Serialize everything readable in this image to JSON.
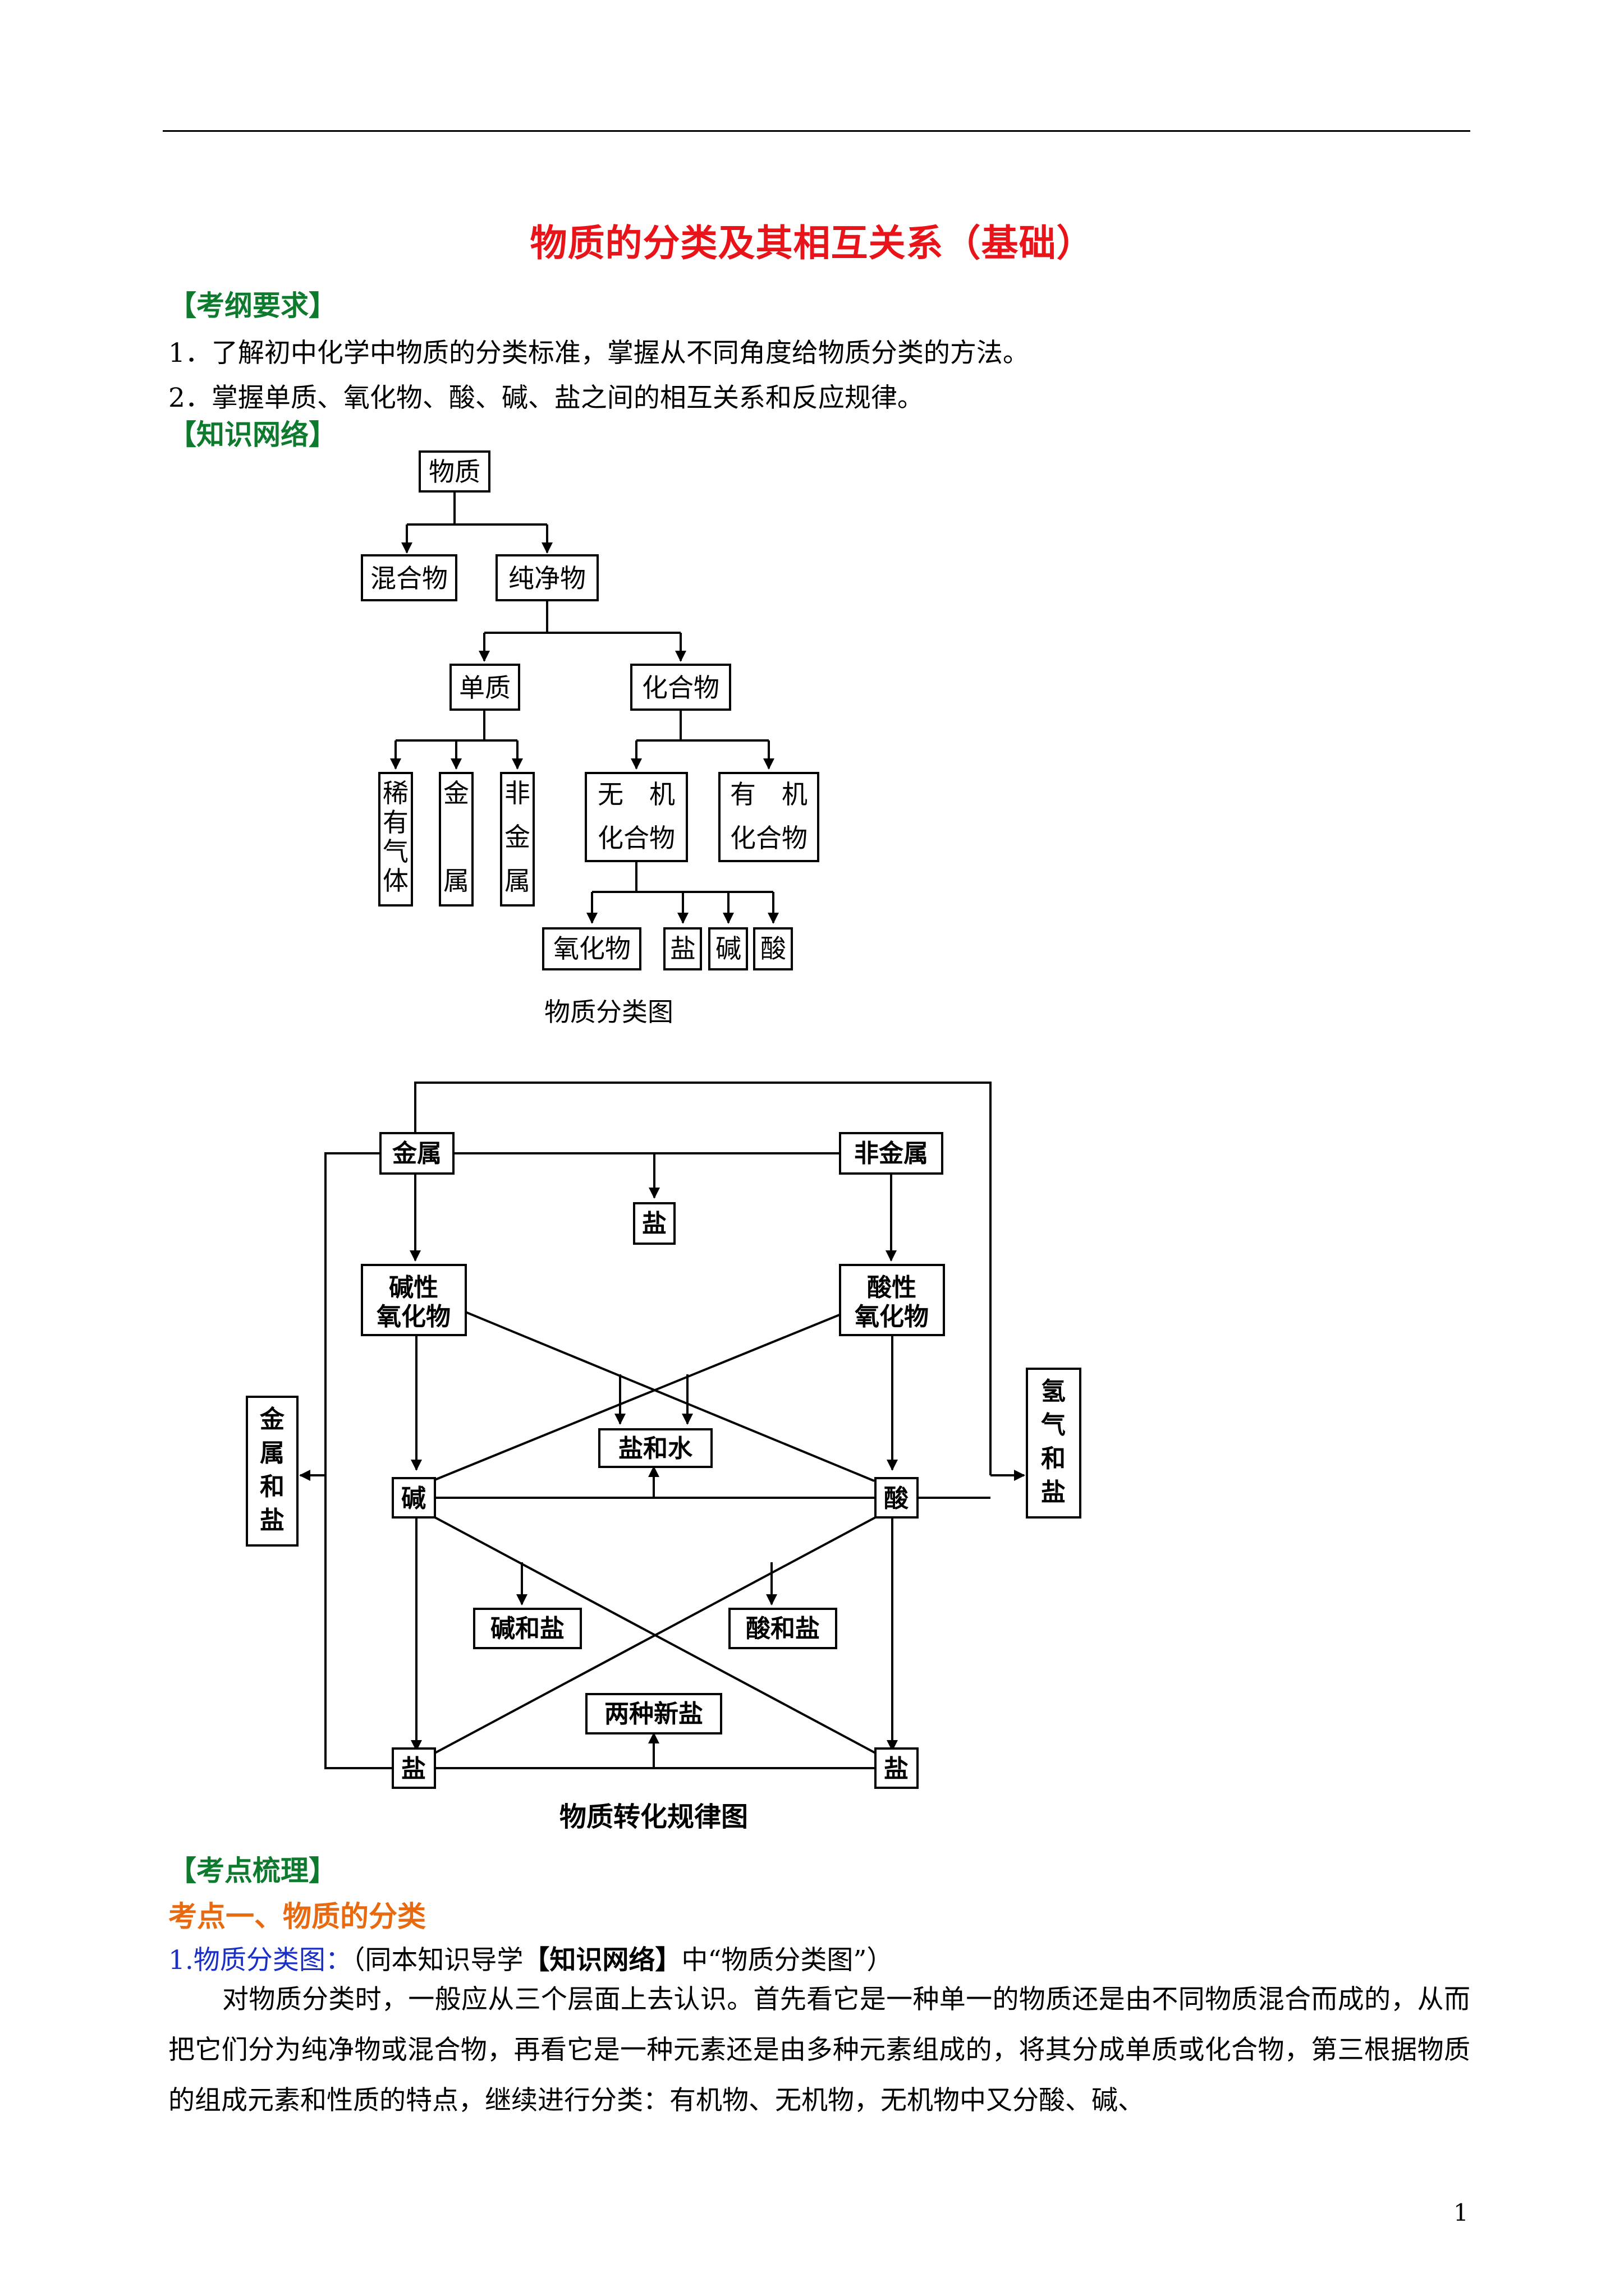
{
  "doc": {
    "title": "物质的分类及其相互关系（基础）",
    "sec_kaogang": "【考纲要求】",
    "req1": "1．了解初中化学中物质的分类标准，掌握从不同角度给物质分类的方法。",
    "req2": "2．掌握单质、氧化物、酸、碱、盐之间的相互关系和反应规律。",
    "sec_wangluo": "【知识网络】",
    "sec_kaodian": "【考点梳理】",
    "point1": "考点一、物质的分类",
    "item1_label": "1.物质分类图：",
    "item1_note_a": "（同本知识导学",
    "item1_note_b": "【知识网络】",
    "item1_note_c": "中“物质分类图”）",
    "para": "对物质分类时，一般应从三个层面上去认识。首先看它是一种单一的物质还是由不同物质混合而成的，从而把它们分为纯净物或混合物，再看它是一种元素还是由多种元素组成的，将其分成单质或化合物，第三根据物质的组成元素和性质的特点，继续进行分类：有机物、无机物，无机物中又分酸、碱、",
    "page_number": "1"
  },
  "tree": {
    "root": "物质",
    "mixture": "混合物",
    "pure": "纯净物",
    "element": "单质",
    "compound": "化合物",
    "noble": [
      "稀",
      "有",
      "气",
      "体"
    ],
    "metal": [
      "金",
      "属"
    ],
    "nonmetal": [
      "非",
      "金",
      "属"
    ],
    "inorganic_1": "无　机",
    "inorganic_2": "化合物",
    "organic_1": "有　机",
    "organic_2": "化合物",
    "oxide": "氧化物",
    "salt": "盐",
    "base": "碱",
    "acid": "酸",
    "caption": "物质分类图"
  },
  "network": {
    "metal": "金属",
    "nonmetal": "非金属",
    "salt_top": "盐",
    "basic_oxide_1": "碱性",
    "basic_oxide_2": "氧化物",
    "acidic_oxide_1": "酸性",
    "acidic_oxide_2": "氧化物",
    "metal_and_salt": [
      "金",
      "属",
      "和",
      "盐"
    ],
    "hydrogen_and_salt": [
      "氢",
      "气",
      "和",
      "盐"
    ],
    "salt_water": "盐和水",
    "base": "碱",
    "acid": "酸",
    "base_salt": "碱和盐",
    "acid_salt": "酸和盐",
    "two_salts": "两种新盐",
    "salt_left": "盐",
    "salt_right": "盐",
    "caption": "物质转化规律图"
  }
}
